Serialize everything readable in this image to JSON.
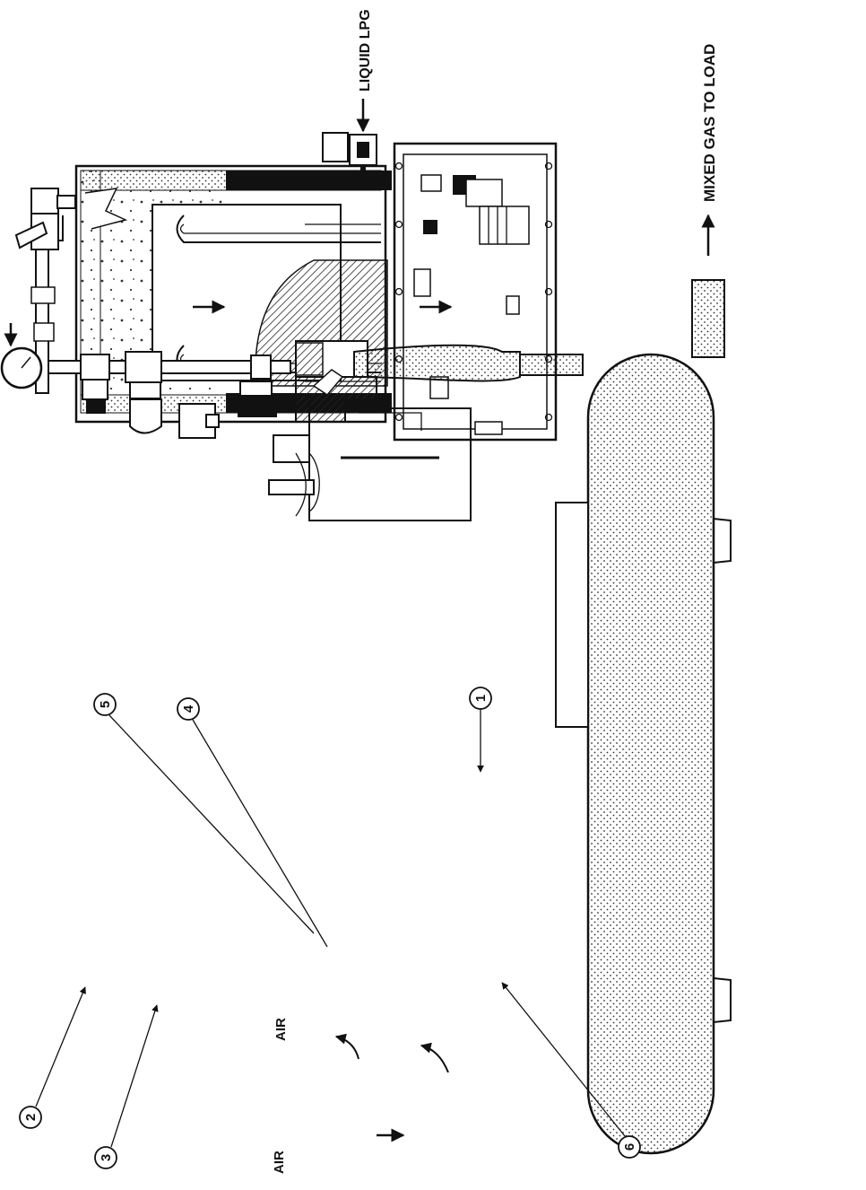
{
  "labels": {
    "mixed_gas": "MIXED GAS TO LOAD",
    "liquid_lpg": "LIQUID LPG",
    "air_top": "AIR",
    "air_bottom": "AIR"
  },
  "callouts": [
    "1",
    "2",
    "3",
    "4",
    "5",
    "6"
  ],
  "colors": {
    "ink": "#111111",
    "paper": "#ffffff"
  }
}
